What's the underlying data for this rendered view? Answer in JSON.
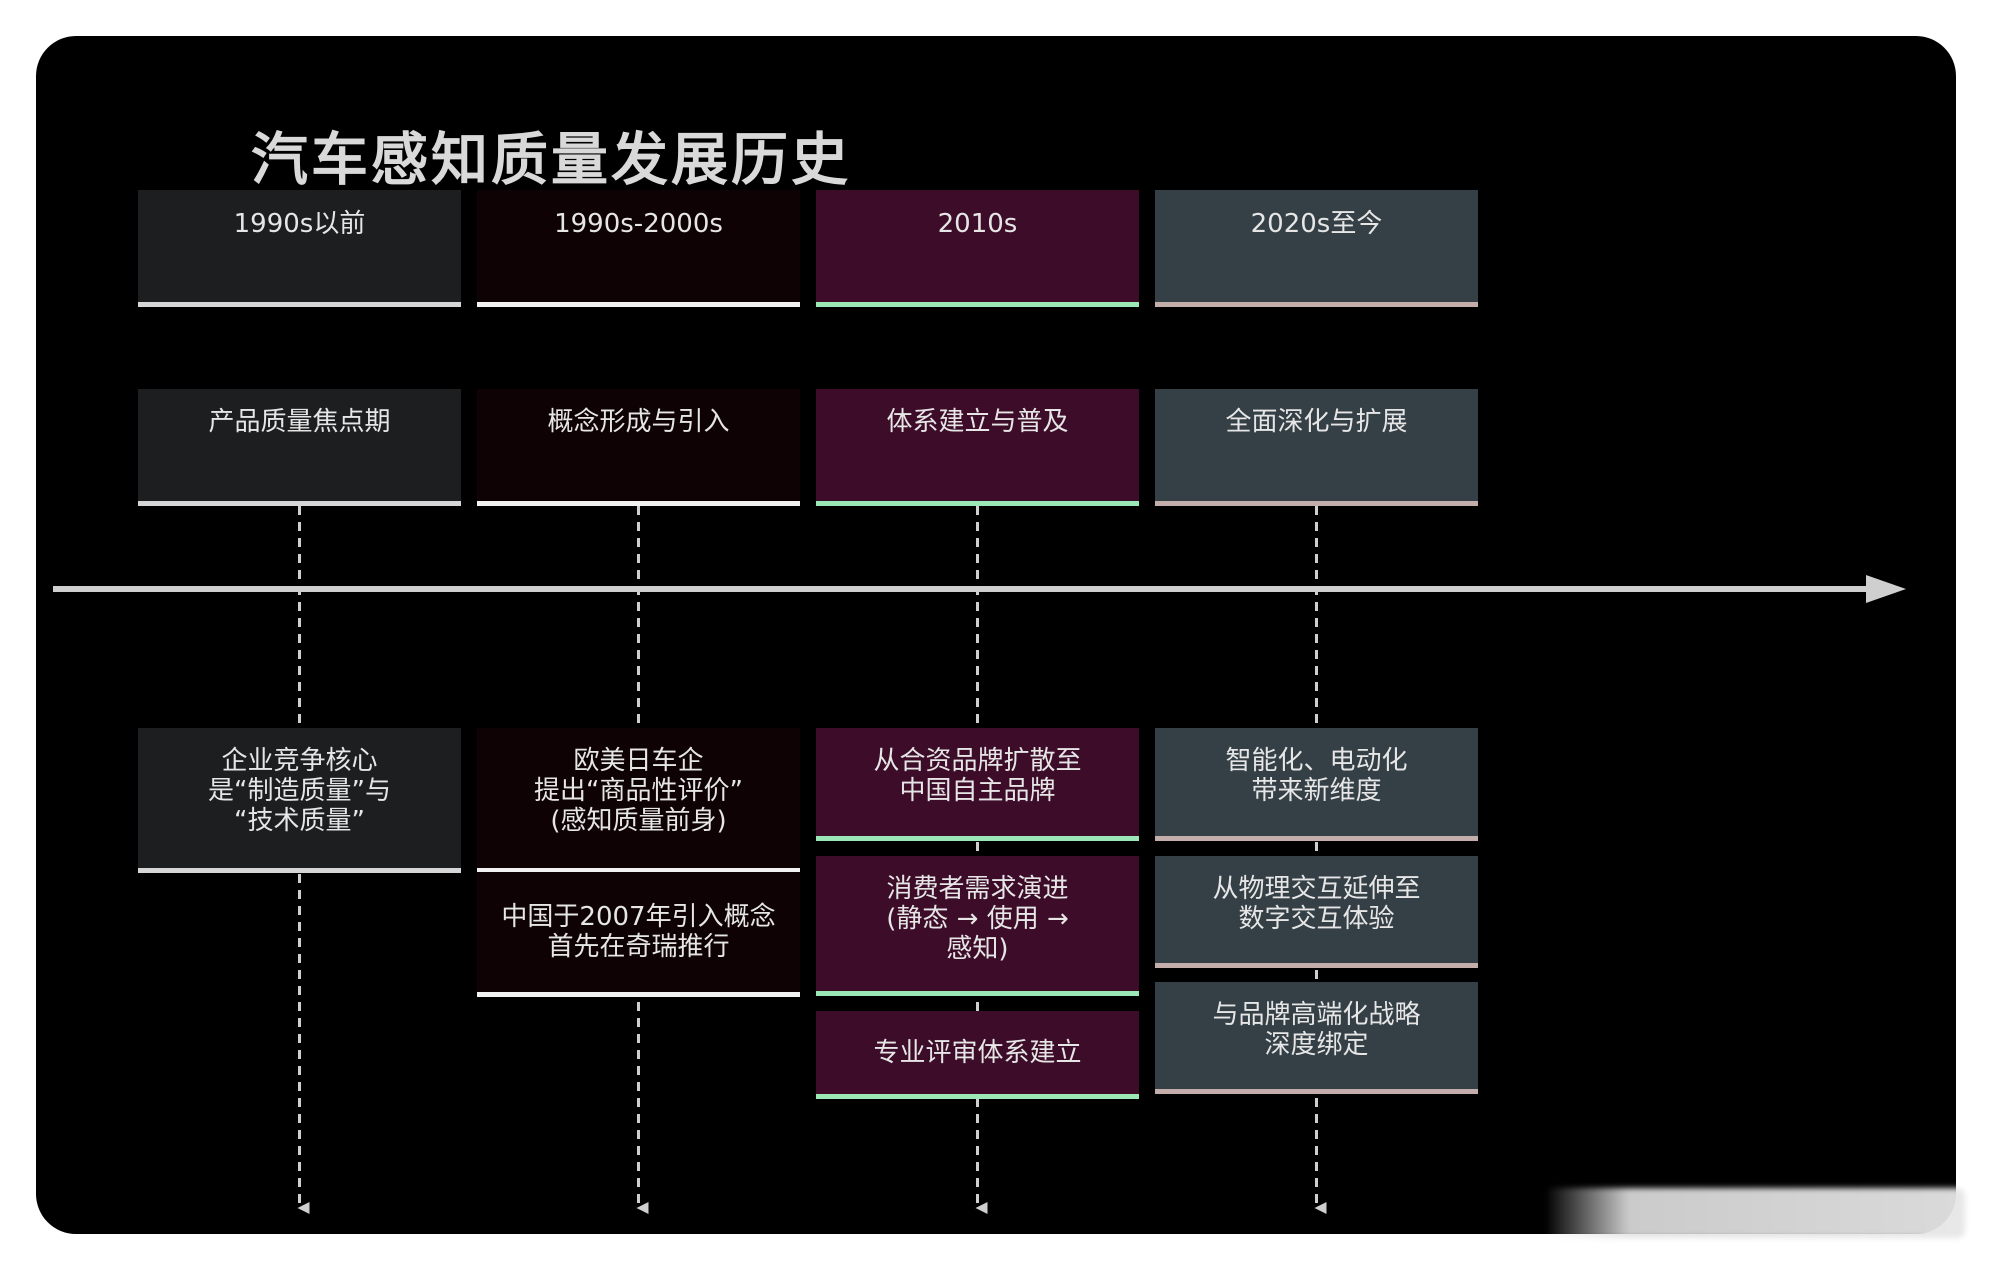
{
  "title": "汽车感知质量发展历史",
  "colors": {
    "background": "#000000",
    "title_text": "#d9d9d9",
    "timeline": "#cfcfcf",
    "connector": "#cfcfcf",
    "eras": [
      {
        "fill": "#1d1e20",
        "underline": "#d6d6d6"
      },
      {
        "fill": "#0e0204",
        "underline": "#f2f2f2"
      },
      {
        "fill": "#3c0c28",
        "underline": "#9be7b6"
      },
      {
        "fill": "#343f46",
        "underline": "#c4aeac"
      }
    ]
  },
  "columns": [
    {
      "era": "1990s以前",
      "phase": "产品质量焦点期",
      "events": [
        "企业竞争核心\n是“制造质量”与\n“技术质量”"
      ]
    },
    {
      "era": "1990s-2000s",
      "phase": "概念形成与引入",
      "events": [
        "欧美日车企\n提出“商品性评价”\n(感知质量前身)",
        "中国于2007年引入概念\n首先在奇瑞推行"
      ]
    },
    {
      "era": "2010s",
      "phase": "体系建立与普及",
      "events": [
        "从合资品牌扩散至\n中国自主品牌",
        "消费者需求演进\n(静态 → 使用 →\n感知)",
        "专业评审体系建立"
      ]
    },
    {
      "era": "2020s至今",
      "phase": "全面深化与扩展",
      "events": [
        "智能化、电动化\n带来新维度",
        "从物理交互延伸至\n数字交互体验",
        "与品牌高端化战略\n深度绑定"
      ]
    }
  ]
}
